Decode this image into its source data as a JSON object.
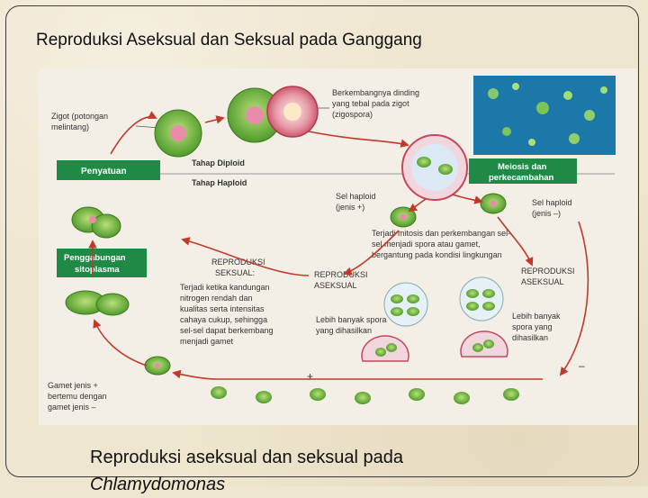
{
  "slide": {
    "title": "Reproduksi Aseksual dan Seksual pada Ganggang",
    "caption_line1": "Reproduksi aseksual dan seksual pada",
    "caption_line2": "Chlamydomonas"
  },
  "figure": {
    "label_zigot": [
      "Zigot (potongan",
      "melintang)"
    ],
    "label_dinding": [
      "Berkembangnya dinding",
      "yang tebal pada zigot",
      "(zigospora)"
    ],
    "stage_diploid": "Tahap Diploid",
    "stage_haploid": "Tahap Haploid",
    "box_penyatuan": "Penyatuan",
    "box_meiosis": [
      "Meiosis dan",
      "perkecambahan"
    ],
    "box_penggabungan": [
      "Penggabungan",
      "sitoplasma"
    ],
    "label_sel_plus": [
      "Sel haploid",
      "(jenis +)"
    ],
    "label_sel_minus": [
      "Sel haploid",
      "(jenis –)"
    ],
    "label_mitosis": [
      "Terjadi mitosis dan perkembangan sel-",
      "sel menjadi spora atau gamet,",
      "bergantung pada kondisi lingkungan"
    ],
    "label_repro_seksual_title": [
      "REPRODUKSI",
      "SEKSUAL:"
    ],
    "label_repro_seksual_body": [
      "Terjadi ketika kandungan",
      "nitrogen rendah dan",
      "kualitas serta intensitas",
      "cahaya cukup, sehingga",
      "sel-sel dapat berkembang",
      "menjadi gamet"
    ],
    "label_repro_aseksual_left": [
      "REPRODUKSI",
      "ASEKSUAL"
    ],
    "label_repro_aseksual_right": [
      "REPRODUKSI",
      "ASEKSUAL"
    ],
    "label_spora_left": [
      "Lebih banyak spora",
      "yang dihasilkan"
    ],
    "label_spora_right": [
      "Lebih banyak",
      "spora yang",
      "dihasilkan"
    ],
    "label_gamet": [
      "Gamet jenis +",
      "bertemu dengan",
      "gamet jenis –"
    ],
    "sign_plus": "+",
    "sign_minus": "–",
    "colors": {
      "box_green": "#1f8a45",
      "cell_green": "#6db33f",
      "cell_pink": "#e88ca8",
      "arrow": "#c0392b",
      "photo_bg": "#1b78a8"
    }
  }
}
